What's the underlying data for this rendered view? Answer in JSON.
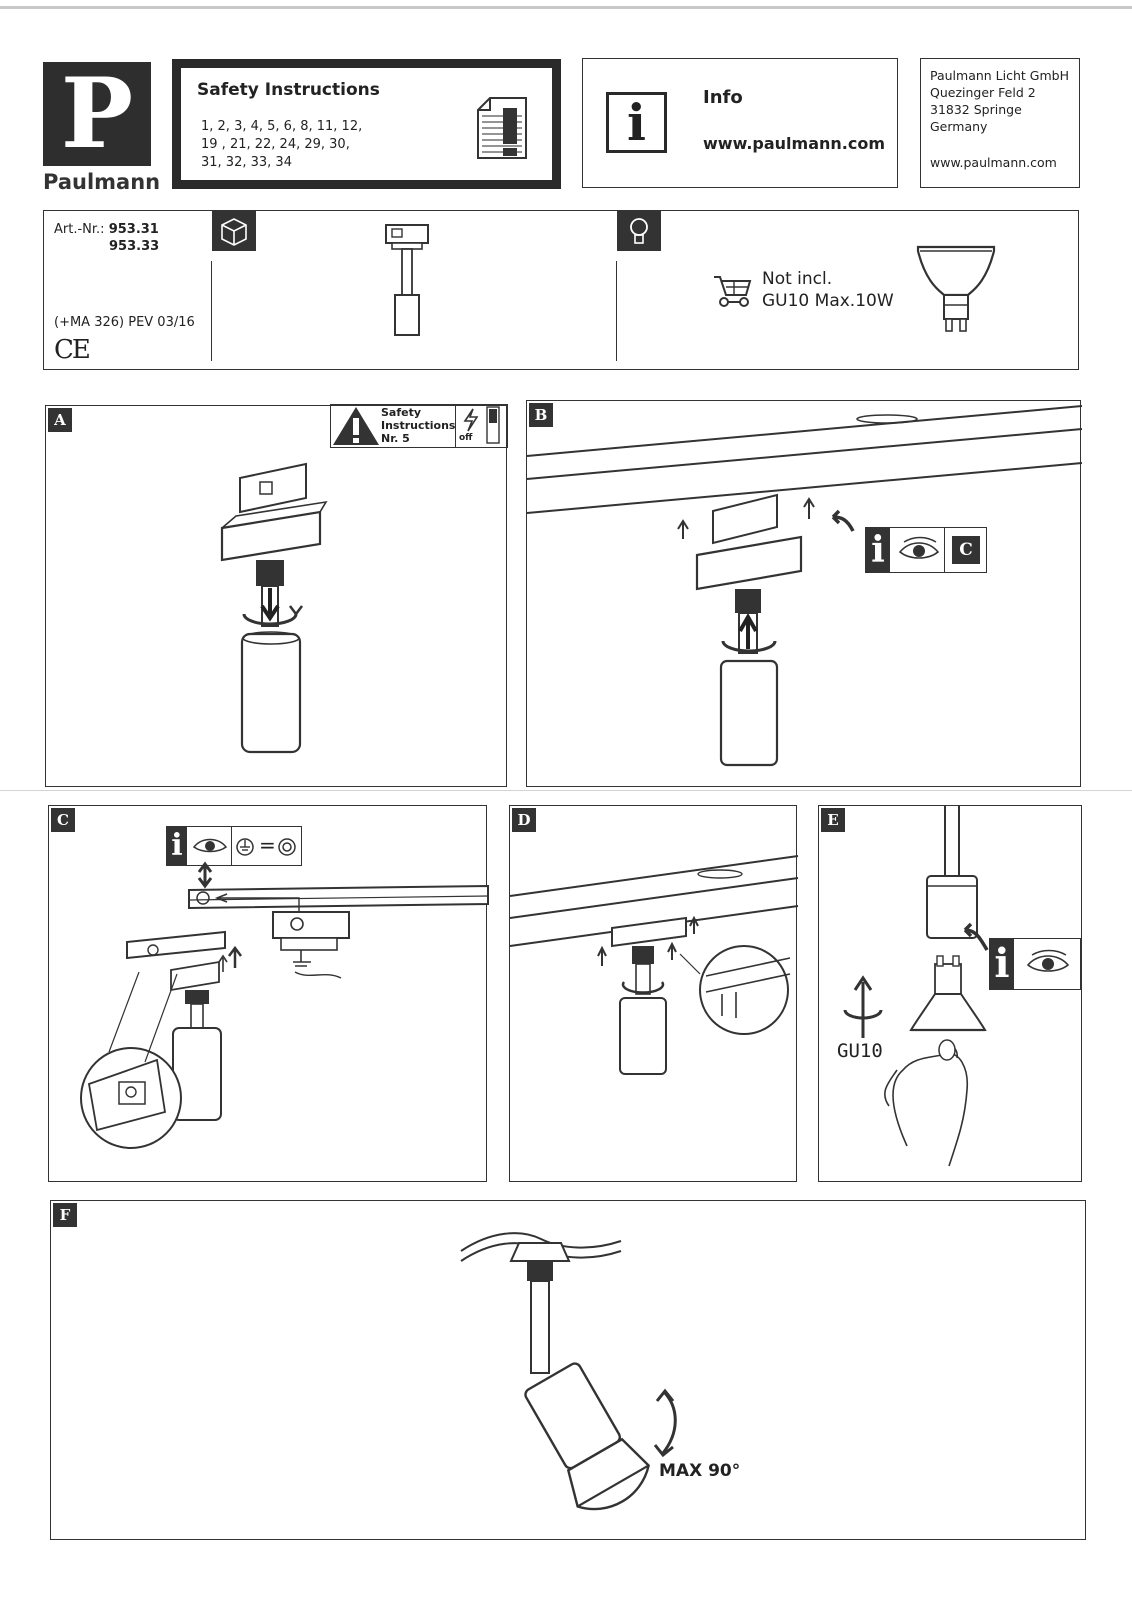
{
  "brand": {
    "logo_letter": "P",
    "name": "Paulmann"
  },
  "safety": {
    "title": "Safety Instructions",
    "numbers_line1": "1, 2, 3, 4, 5, 6, 8, 11, 12,",
    "numbers_line2": "19 , 21, 22, 24, 29, 30,",
    "numbers_line3": "31, 32, 33, 34"
  },
  "info": {
    "icon_letter": "i",
    "title": "Info",
    "url": "www.paulmann.com"
  },
  "address": {
    "line1": "Paulmann Licht GmbH",
    "line2": "Quezinger Feld 2",
    "line3": "31832 Springe",
    "line4": "Germany",
    "url": "www.paulmann.com"
  },
  "article": {
    "label": "Art.-Nr.:",
    "number1": "953.31",
    "number2": "953.33",
    "code": "(+MA 326) PEV 03/16",
    "ce": "CE"
  },
  "bulb": {
    "not_incl": "Not incl.",
    "spec": "GU10 Max.10W"
  },
  "panels": {
    "a": {
      "letter": "A",
      "warn_line1": "Safety",
      "warn_line2": "Instructions",
      "warn_line3": "Nr. 5",
      "off": "off"
    },
    "b": {
      "letter": "B",
      "ref_letter": "C",
      "info_letter": "i"
    },
    "c": {
      "letter": "C",
      "info_letter": "i",
      "equals": "="
    },
    "d": {
      "letter": "D"
    },
    "e": {
      "letter": "E",
      "socket": "GU10",
      "info_letter": "i"
    },
    "f": {
      "letter": "F",
      "max": "MAX 90°"
    }
  }
}
